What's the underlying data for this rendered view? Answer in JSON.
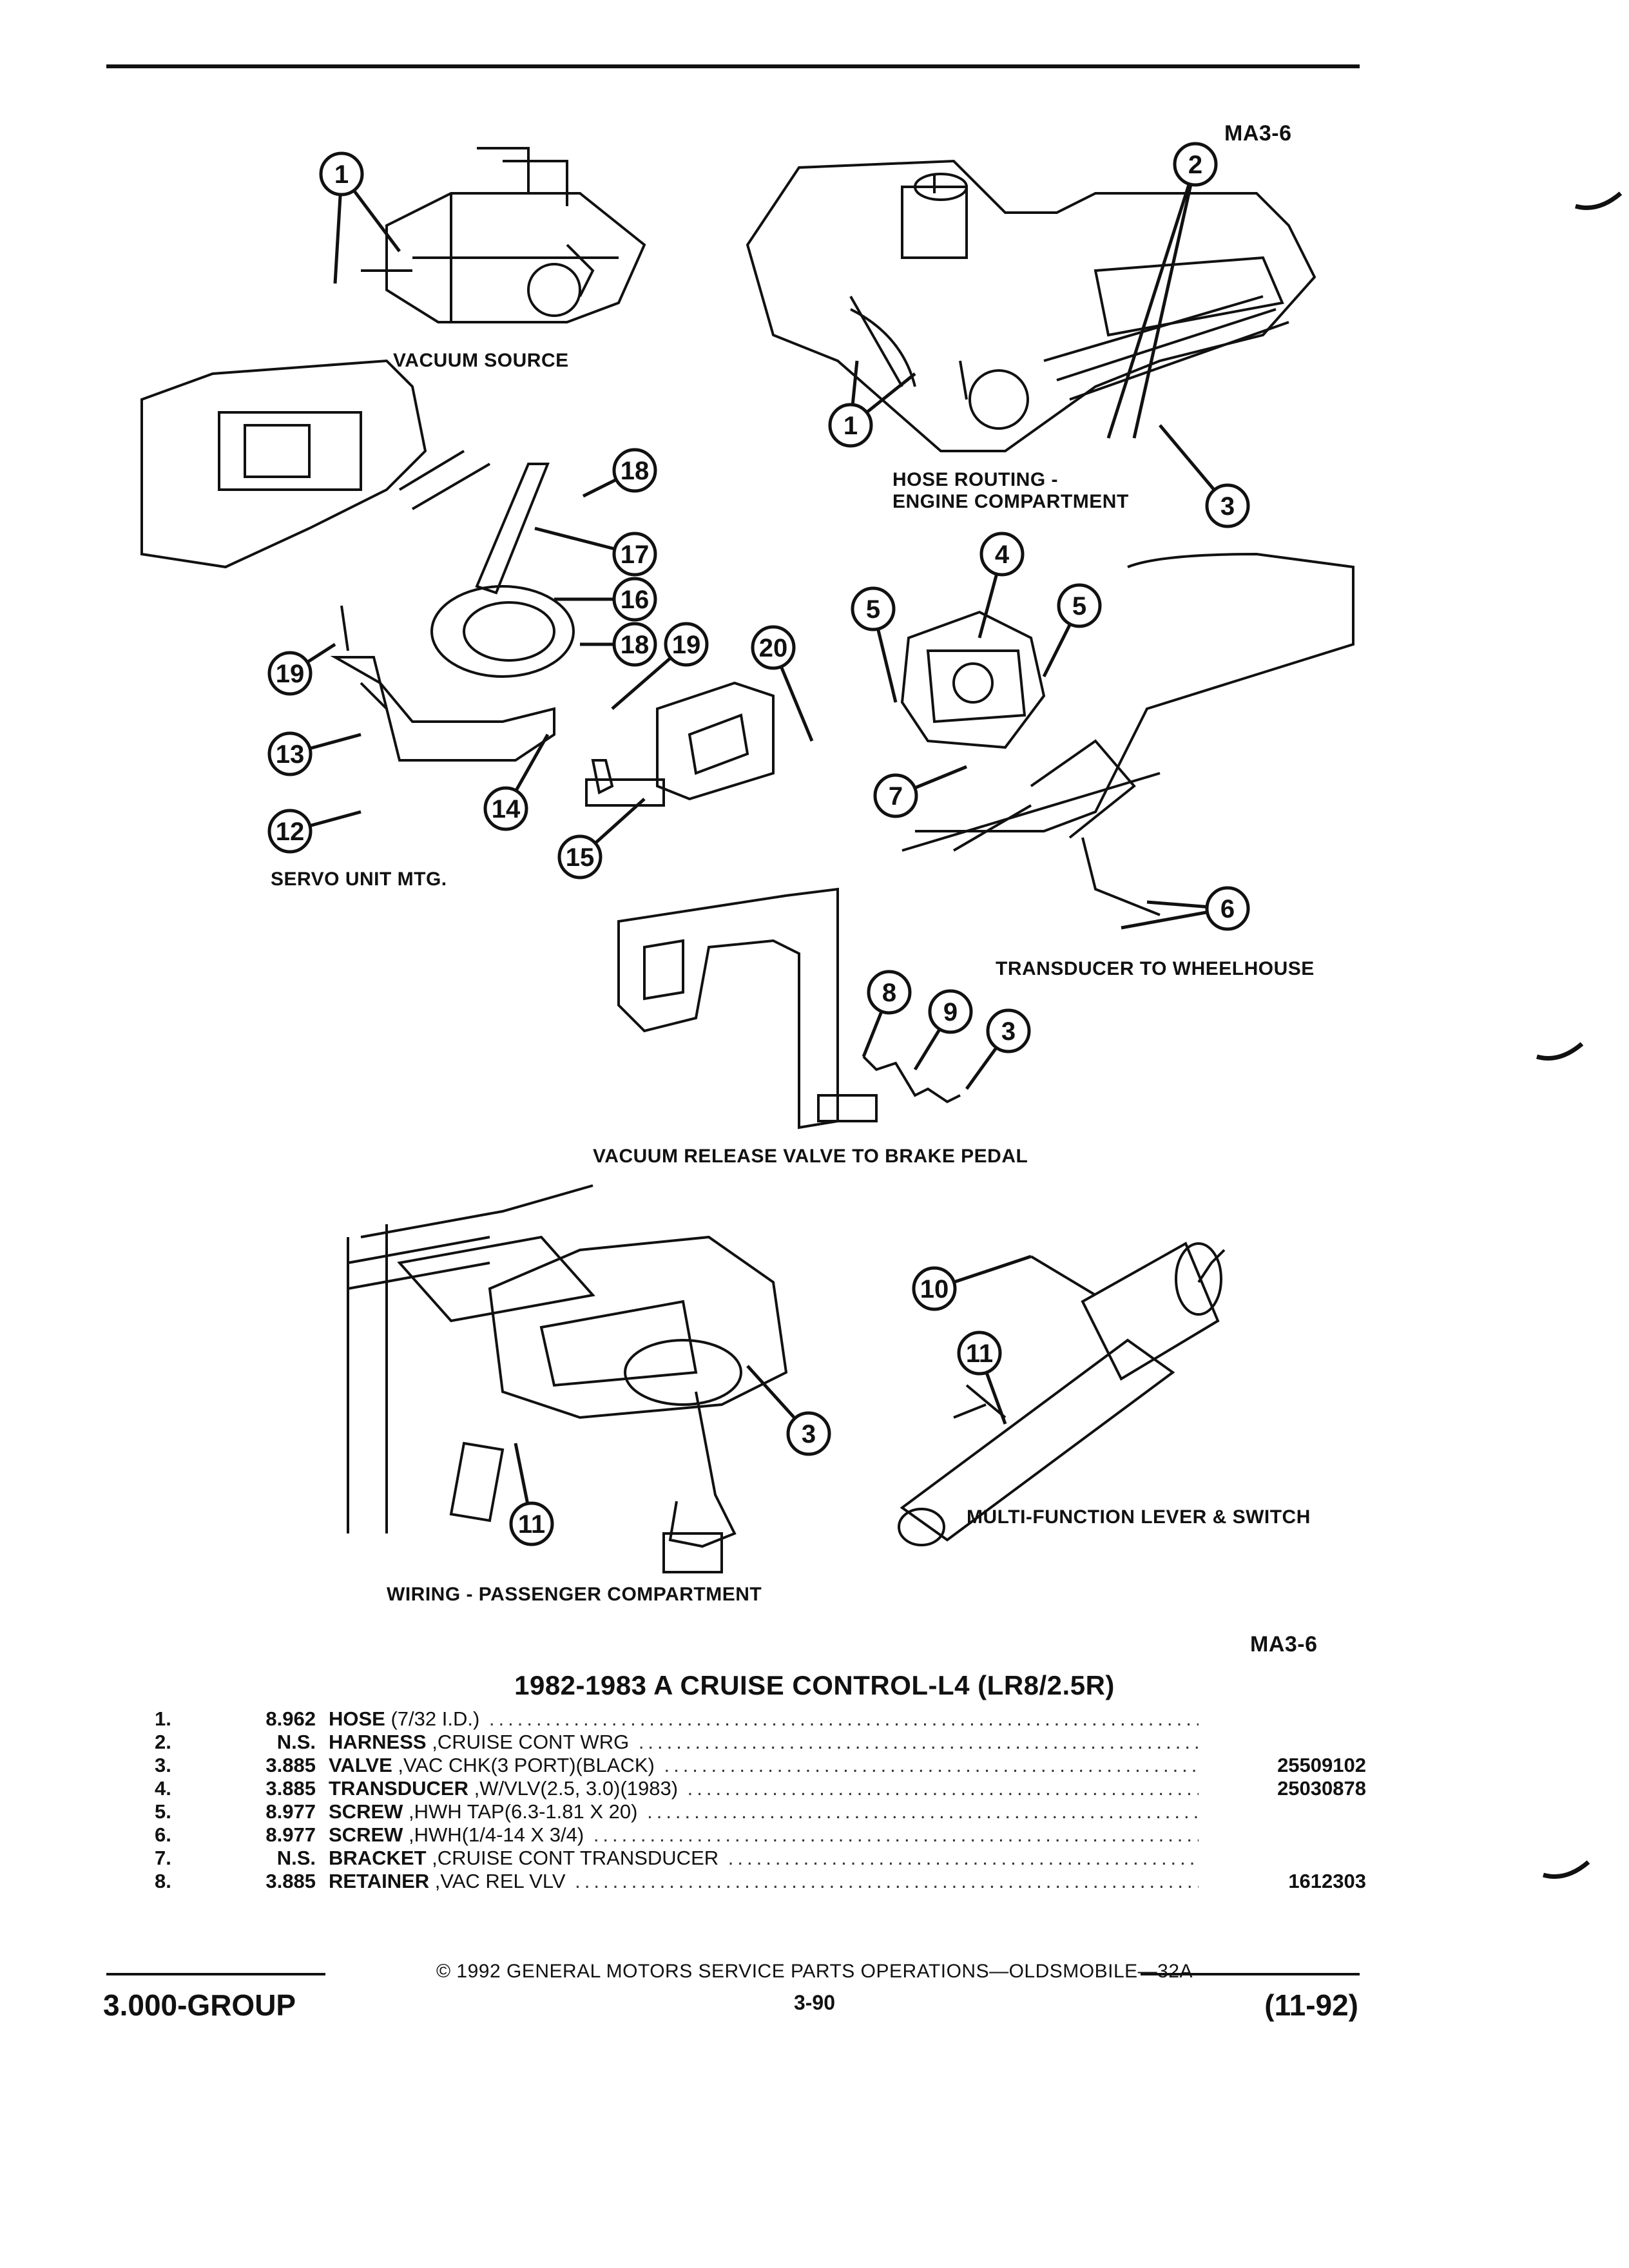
{
  "header": {
    "code_top": "MA3-6"
  },
  "diagram_labels": {
    "vacuum_source": "VACUUM SOURCE",
    "hose_routing": "HOSE ROUTING -\nENGINE COMPARTMENT",
    "hose_routing_1": "HOSE ROUTING -",
    "hose_routing_2": "ENGINE COMPARTMENT",
    "servo_unit": "SERVO UNIT MTG.",
    "transducer": "TRANSDUCER TO WHEELHOUSE",
    "vacuum_release": "VACUUM RELEASE VALVE TO BRAKE PEDAL",
    "multi_function": "MULTI-FUNCTION LEVER & SWITCH",
    "wiring": "WIRING - PASSENGER COMPARTMENT",
    "code_bottom": "MA3-6"
  },
  "callouts": [
    "1",
    "2",
    "3",
    "4",
    "5",
    "6",
    "7",
    "8",
    "9",
    "10",
    "11",
    "12",
    "13",
    "14",
    "15",
    "16",
    "17",
    "18",
    "19",
    "20"
  ],
  "parts_title": "1982-1983 A CRUISE CONTROL-L4 (LR8/2.5R)",
  "parts": [
    {
      "index": "1.",
      "group": "8.962",
      "name": "HOSE",
      "detail": " (7/32 I.D.)",
      "part_number": ""
    },
    {
      "index": "2.",
      "group": "N.S.",
      "name": "HARNESS",
      "detail": " ,CRUISE CONT WRG",
      "part_number": ""
    },
    {
      "index": "3.",
      "group": "3.885",
      "name": "VALVE",
      "detail": " ,VAC CHK(3 PORT)(BLACK)",
      "part_number": "25509102"
    },
    {
      "index": "4.",
      "group": "3.885",
      "name": "TRANSDUCER",
      "detail": " ,W/VLV(2.5, 3.0)(1983)",
      "part_number": "25030878"
    },
    {
      "index": "5.",
      "group": "8.977",
      "name": "SCREW",
      "detail": " ,HWH TAP(6.3-1.81 X 20)",
      "part_number": ""
    },
    {
      "index": "6.",
      "group": "8.977",
      "name": "SCREW",
      "detail": " ,HWH(1/4-14 X 3/4)",
      "part_number": ""
    },
    {
      "index": "7.",
      "group": "N.S.",
      "name": "BRACKET",
      "detail": " ,CRUISE CONT TRANSDUCER",
      "part_number": ""
    },
    {
      "index": "8.",
      "group": "3.885",
      "name": "RETAINER",
      "detail": " ,VAC REL VLV",
      "part_number": "1612303"
    }
  ],
  "footer": {
    "copyright": "© 1992 GENERAL MOTORS SERVICE PARTS OPERATIONS—OLDSMOBILE—32A",
    "group": "3.000-GROUP",
    "page": "3-90",
    "date": "(11-92)"
  }
}
